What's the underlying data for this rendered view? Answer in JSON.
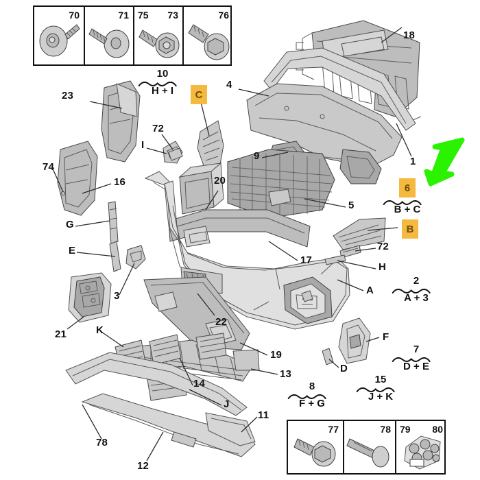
{
  "diagram": {
    "title": "Front bumper exploded parts diagram",
    "accent_highlight_color": "#f5b940",
    "accent_arrow_color": "#2bf200",
    "line_color": "#111111"
  },
  "hardware_top": {
    "cells": [
      {
        "num": "70",
        "num_align": "right",
        "icon": "screw-flange-head-icon"
      },
      {
        "num": "71",
        "num_align": "right",
        "icon": "screw-dome-head-icon"
      },
      {
        "num": "75",
        "num2": "73",
        "num_align": "split",
        "icon": "bolt-washer-icon"
      },
      {
        "num": "76",
        "num_align": "right",
        "icon": "bolt-hex-flange-icon"
      }
    ]
  },
  "hardware_bottom": {
    "cells": [
      {
        "num": "77",
        "num_align": "right",
        "icon": "bolt-hex-flange-icon"
      },
      {
        "num": "78",
        "num_align": "right",
        "icon": "bolt-carriage-icon"
      },
      {
        "num": "79",
        "num2": "80",
        "num_align": "split",
        "icon": "clip-kit-box-icon"
      }
    ]
  },
  "callouts": [
    {
      "id": "c70",
      "text": "70"
    },
    {
      "id": "c71",
      "text": "71"
    },
    {
      "id": "c75",
      "text": "75"
    },
    {
      "id": "c73",
      "text": "73"
    },
    {
      "id": "c76",
      "text": "76"
    },
    {
      "id": "c18",
      "text": "18"
    },
    {
      "id": "c23",
      "text": "23"
    },
    {
      "id": "c4",
      "text": "4"
    },
    {
      "id": "c72a",
      "text": "72"
    },
    {
      "id": "cI",
      "text": "I"
    },
    {
      "id": "c74",
      "text": "74"
    },
    {
      "id": "c16",
      "text": "16"
    },
    {
      "id": "c9",
      "text": "9"
    },
    {
      "id": "c1",
      "text": "1"
    },
    {
      "id": "c20",
      "text": "20"
    },
    {
      "id": "c5",
      "text": "5"
    },
    {
      "id": "cG",
      "text": "G"
    },
    {
      "id": "cE",
      "text": "E"
    },
    {
      "id": "c72b",
      "text": "72"
    },
    {
      "id": "cH",
      "text": "H"
    },
    {
      "id": "c17",
      "text": "17"
    },
    {
      "id": "c3",
      "text": "3"
    },
    {
      "id": "cA",
      "text": "A"
    },
    {
      "id": "c21",
      "text": "21"
    },
    {
      "id": "c22",
      "text": "22"
    },
    {
      "id": "cK",
      "text": "K"
    },
    {
      "id": "c19",
      "text": "19"
    },
    {
      "id": "c13",
      "text": "13"
    },
    {
      "id": "cF",
      "text": "F"
    },
    {
      "id": "cD",
      "text": "D"
    },
    {
      "id": "c14",
      "text": "14"
    },
    {
      "id": "cJ",
      "text": "J"
    },
    {
      "id": "c11",
      "text": "11"
    },
    {
      "id": "c78",
      "text": "78"
    },
    {
      "id": "c12",
      "text": "12"
    }
  ],
  "highlights": [
    {
      "id": "chipC",
      "text": "C"
    },
    {
      "id": "chipB",
      "text": "B"
    },
    {
      "id": "chip6",
      "text": "6"
    }
  ],
  "groups": [
    {
      "id": "g10",
      "num": "10",
      "combo": "H + I"
    },
    {
      "id": "g6",
      "num": "6",
      "combo": "B + C",
      "highlighted": true
    },
    {
      "id": "g2",
      "num": "2",
      "combo": "A + 3"
    },
    {
      "id": "g7",
      "num": "7",
      "combo": "D + E"
    },
    {
      "id": "g8",
      "num": "8",
      "combo": "F + G"
    },
    {
      "id": "g15",
      "num": "15",
      "combo": "J + K"
    }
  ]
}
